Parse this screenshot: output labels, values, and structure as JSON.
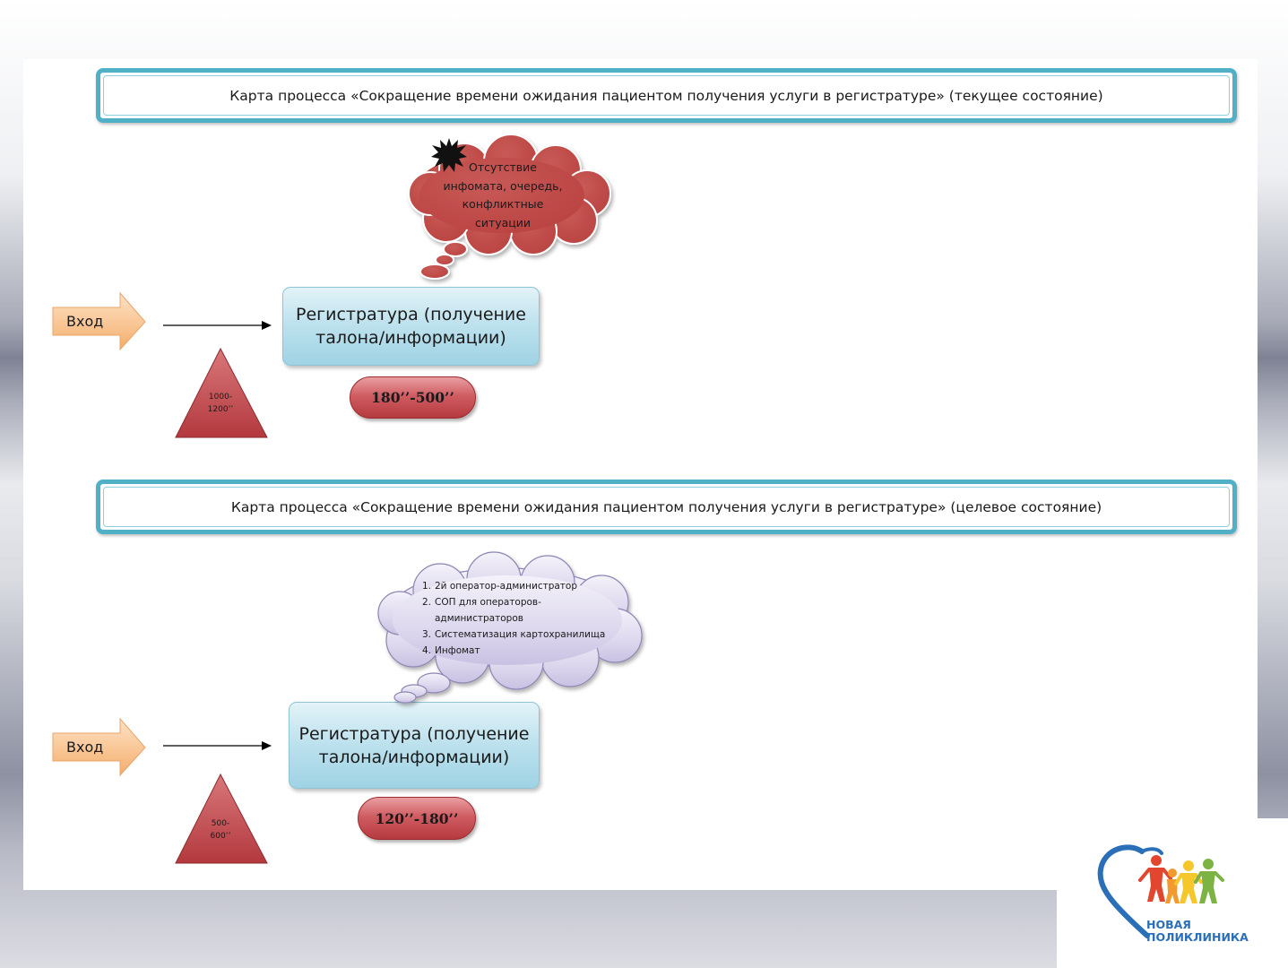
{
  "current_state": {
    "title": "Карта процесса «Сокращение времени ожидания пациентом получения услуги в регистратуре» (текущее состояние)",
    "entry_label": "Вход",
    "process_lines": [
      "Регистратура (получение",
      "талона/информации)"
    ],
    "process_time": "180’’-500’’",
    "wait_time_lines": [
      "1000-",
      "1200’’"
    ],
    "problem_cloud_lines": [
      "Отсутствие",
      "инфомата, очередь,",
      "конфликтные",
      "ситуации"
    ]
  },
  "target_state": {
    "title": "Карта процесса «Сокращение времени ожидания пациентом получения услуги в регистратуре» (целевое состояние)",
    "entry_label": "Вход",
    "process_lines": [
      "Регистратура (получение",
      "талона/информации)"
    ],
    "process_time": "120’’-180’’",
    "wait_time_lines": [
      "500-",
      "600’’"
    ],
    "solutions": [
      {
        "num": "1.",
        "lines": [
          "2й оператор-администратор"
        ]
      },
      {
        "num": "2.",
        "lines": [
          "СОП для операторов-",
          "администраторов"
        ]
      },
      {
        "num": "3.",
        "lines": [
          "Систематизация  картохранилища"
        ]
      },
      {
        "num": "4.",
        "lines": [
          "Инфомат"
        ]
      }
    ]
  },
  "logo": {
    "lines": [
      "НОВАЯ",
      "ПОЛИКЛИНИКА"
    ]
  },
  "colors": {
    "frame": "#4fb0c6",
    "process_box": "#bfe2ee",
    "time_pill": "#cf5d62",
    "problem_cloud": "#c0504d",
    "solution_cloud": "#dcd7ee",
    "entry_arrow": "#f7c08f",
    "wait_triangle": "#c0504d",
    "logo_blue": "#2a6fb7"
  }
}
